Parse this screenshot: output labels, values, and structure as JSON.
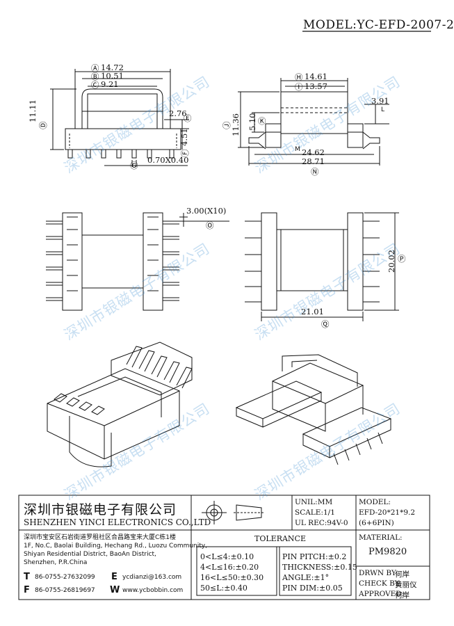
{
  "model": "MODEL:YC-EFD-2007-2",
  "watermark": "深圳市银磁电子有限公司",
  "dims": {
    "top_left": {
      "a": "14.72",
      "b": "10.51",
      "c": "9.21",
      "d": "11.11",
      "e": "2.76",
      "f": "4.51",
      "g": "0.70X0.40"
    },
    "top_right": {
      "h": "14.61",
      "i": "13.57",
      "j": "11.36",
      "k": "5.10",
      "l": "3.91",
      "m": "24.62",
      "n": "28.71",
      "l_mark": "L",
      "m_mark": "M"
    },
    "mid_left": {
      "o": "3.00(X10)"
    },
    "mid_right": {
      "p": "20.02",
      "q": "21.01"
    }
  },
  "circled": {
    "A": "Ⓐ",
    "B": "Ⓑ",
    "C": "Ⓒ",
    "D": "Ⓓ",
    "E": "Ⓔ",
    "F": "Ⓕ",
    "G": "Ⓖ",
    "H": "Ⓗ",
    "I": "Ⓘ",
    "J": "Ⓙ",
    "K": "Ⓚ",
    "N": "Ⓝ",
    "O": "Ⓞ",
    "P": "Ⓟ",
    "Q": "Ⓠ"
  },
  "title_block": {
    "company_cn": "深圳市银磁电子有限公司",
    "company_en": "SHENZHEN YINCI ELECTRONICS CO.,LTD",
    "address_cn": "深圳市宝安区石岩街道罗租社区合昌路宝来大厦C栋1楼",
    "address_en_1": "1F, No.C, Baolai Building, Hechang Rd., Luozu Community,",
    "address_en_2": "Shiyan Residential District, BaoAn District,",
    "address_en_3": "Shenzhen, P.R.China",
    "tel_label": "T",
    "tel": "86-0755-27632099",
    "fax_label": "F",
    "fax": "86-0755-26819697",
    "email_label": "E",
    "email": "ycdianzi@163.com",
    "web_label": "W",
    "web": "www.ycbobbin.com",
    "unit": "UNIL:MM",
    "scale": "SCALE:1/1",
    "ul": "UL REC:94V-0",
    "model_label": "MODEL:",
    "model_value": "EFD-20*21*9.2",
    "model_pins": "(6+6PIN)",
    "material_label": "MATERIAL:",
    "material_value": "PM9820",
    "tolerance_title": "TOLERANCE",
    "tol_1": "0<L≤4:±0.10",
    "tol_2": "4<L≤16:±0.20",
    "tol_3": "16<L≤50:±0.30",
    "tol_4": "50≤L:±0.40",
    "pin_pitch": "PIN PITCH:±0.2",
    "thickness": "THICKNESS:±0.15",
    "angle": "ANGLE:±1°",
    "pin_dim": "PIN DIM:±0.05",
    "drawn_label": "DRWN BY:",
    "drawn_value": "何岸",
    "check_label": "CHECK BY:",
    "check_value": "黄丽仪",
    "approved_label": "APPROVED:",
    "approved_value": "何岸"
  }
}
